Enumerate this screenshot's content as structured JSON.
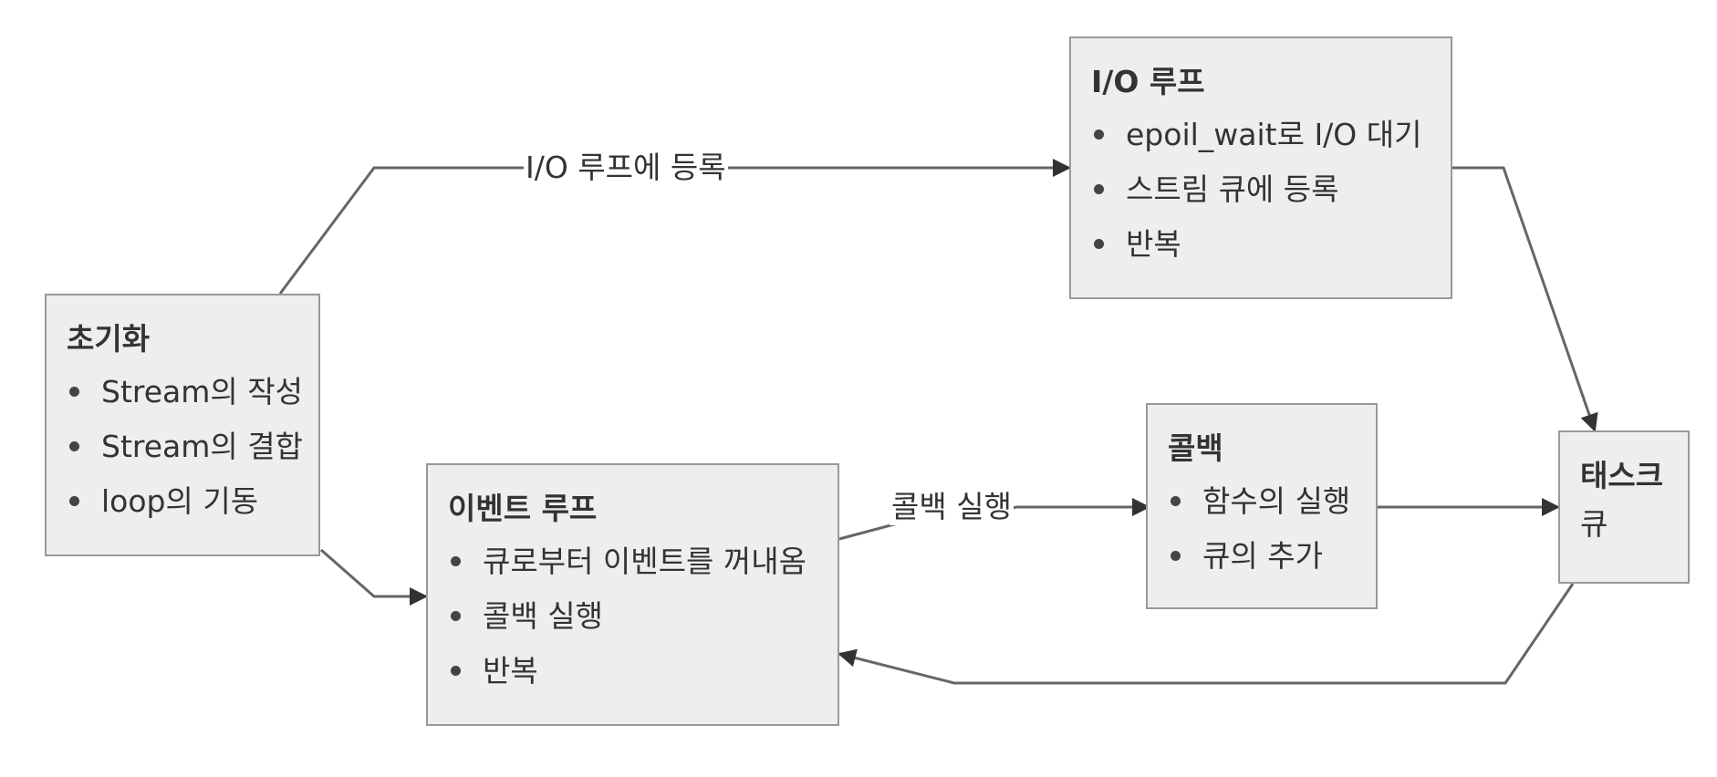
{
  "nodes": {
    "init": {
      "title": "초기화",
      "items": [
        "Stream의 작성",
        "Stream의 결합",
        "loop의 기동"
      ]
    },
    "io_loop": {
      "title": "I/O 루프",
      "items": [
        "epoil_wait로 I/O 대기",
        "스트림 큐에 등록",
        "반복"
      ]
    },
    "event_loop": {
      "title": "이벤트 루프",
      "items": [
        "큐로부터 이벤트를 꺼내옴",
        "콜백 실행",
        "반복"
      ]
    },
    "callback": {
      "title": "콜백",
      "items": [
        "함수의 실행",
        "큐의 추가"
      ]
    },
    "task_queue": {
      "title": "태스크",
      "subtitle": "큐"
    }
  },
  "edges": {
    "init_to_io": "I/O 루프에 등록",
    "event_to_callback": "콜백 실행"
  },
  "colors": {
    "node_fill": "#eeeeee",
    "node_border": "#999999",
    "edge": "#666666",
    "arrowhead": "#333333",
    "text": "#333333"
  }
}
